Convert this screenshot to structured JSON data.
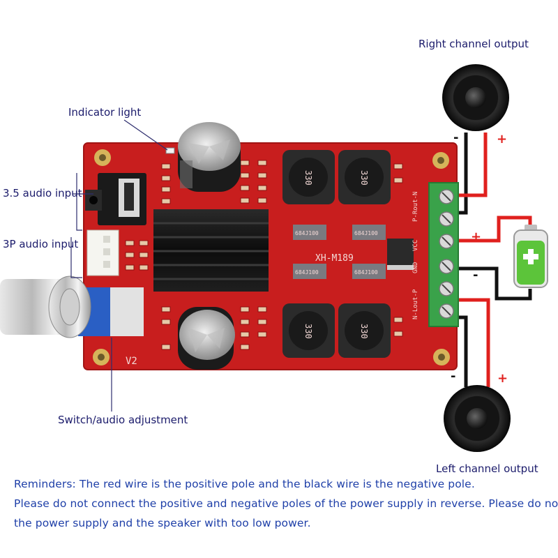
{
  "labels": {
    "right_output": "Right channel output",
    "left_output": "Left channel output",
    "indicator_light": "Indicator light",
    "audio_35_input": "3.5 audio input",
    "audio_3p_input": "3P audio input",
    "switch_adjust": "Switch/audio adjustment"
  },
  "board": {
    "model": "XH-M189",
    "inductor_value": "330",
    "cap_code": "684J100",
    "version": "V2",
    "terminal_labels": [
      "P-Rout-N",
      "VCC",
      "GND",
      "N-Lout-P"
    ]
  },
  "polarity": {
    "plus": "+",
    "minus": "-"
  },
  "reminders": {
    "line1": "Reminders: The red wire is the positive pole and the black wire is the negative pole.",
    "line2": "Please do not connect the positive and negative poles of the power supply in reverse. Please do not use",
    "line3": "the power supply and the speaker with too low power."
  },
  "colors": {
    "label_text": "#1b1b6b",
    "note_text": "#1e3fa8",
    "pcb": "#c81e1e",
    "positive_wire": "#e0201e",
    "negative_wire": "#111111",
    "terminal": "#3aa24a",
    "battery": "#5cc43a"
  }
}
